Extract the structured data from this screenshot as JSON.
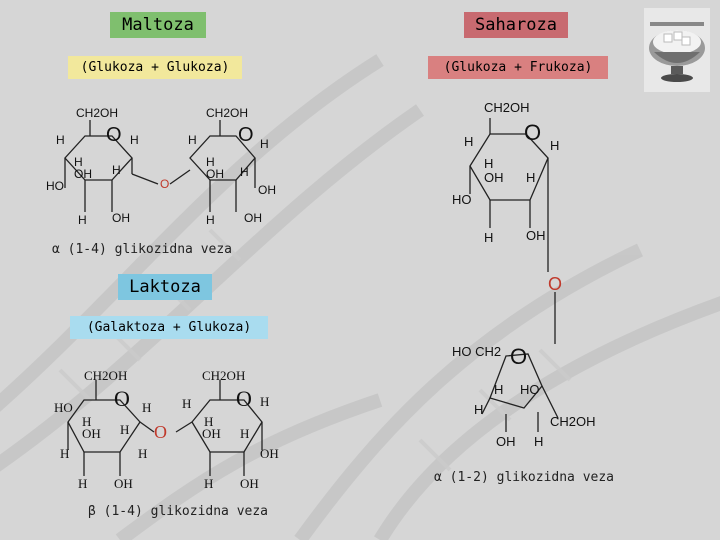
{
  "maltoza": {
    "title": "Maltoza",
    "subtitle": "(Glukoza + Glukoza)",
    "bond": "α (1-4) glikozidna veza"
  },
  "saharoza": {
    "title": "Saharoza",
    "subtitle": "(Glukoza + Frukoza)",
    "bond": "α (1-2) glikozidna veza"
  },
  "laktoza": {
    "title": "Laktoza",
    "subtitle": "(Galaktoza + Glukoza)",
    "bond": "β (1-4) glikozidna veza"
  },
  "chem": {
    "ch2oh": "CH2OH",
    "ring_o": "O",
    "bridge_o": "O",
    "h": "H",
    "oh": "OH",
    "ho": "HO",
    "hoch2": "HO CH2"
  },
  "colors": {
    "green": "#7fbf6e",
    "red": "#c86a70",
    "blue": "#7ec6e0",
    "yellow": "#f2e89c",
    "bridge_red": "#c0392b"
  },
  "icons": {
    "sugar_bowl": "sugar-bowl-icon"
  }
}
